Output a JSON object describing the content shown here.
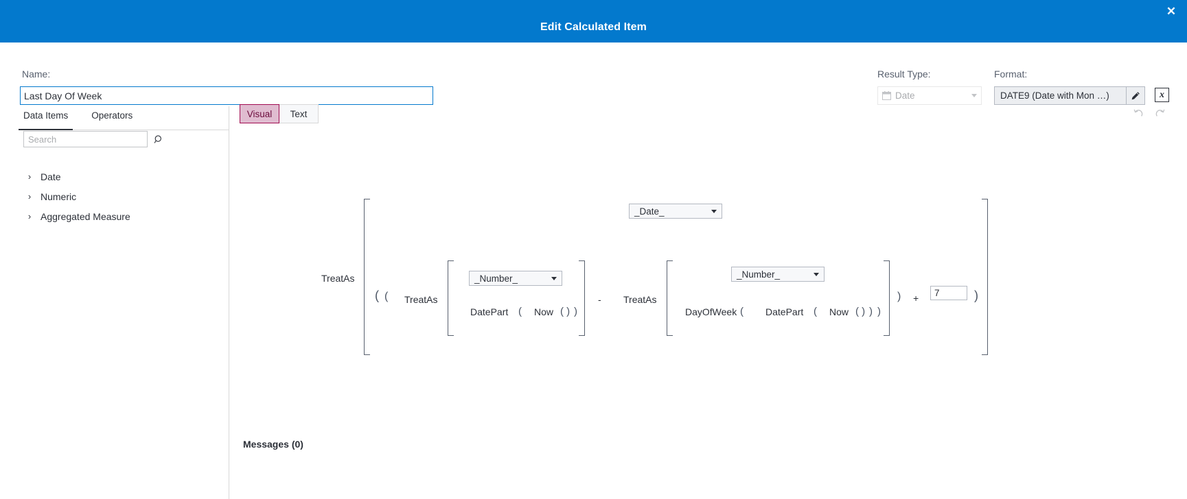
{
  "window": {
    "title": "Edit Calculated Item",
    "close_label": "✕",
    "accent_color": "#0379cd"
  },
  "name_field": {
    "label": "Name:",
    "value": "Last Day Of Week",
    "placeholder": ""
  },
  "result_type": {
    "label": "Result Type:",
    "value": "Date",
    "icon": "calendar-icon"
  },
  "format": {
    "label": "Format:",
    "value": "DATE9 (Date with Mon …)",
    "edit_icon": "pencil-icon",
    "fx_label": "x"
  },
  "left_panel": {
    "tabs": [
      {
        "label": "Data Items",
        "active": true
      },
      {
        "label": "Operators",
        "active": false
      }
    ],
    "search": {
      "placeholder": "Search",
      "value": "",
      "icon": "search-icon"
    },
    "tree": [
      {
        "label": "Date",
        "expanded": false
      },
      {
        "label": "Numeric",
        "expanded": false
      },
      {
        "label": "Aggregated Measure",
        "expanded": false
      }
    ],
    "chevron_collapsed": "›"
  },
  "editor": {
    "modes": [
      {
        "label": "Visual",
        "active": true
      },
      {
        "label": "Text",
        "active": false
      }
    ],
    "active_mode_bg": "#e0bcd0",
    "active_mode_border": "#a00a50",
    "undo": {
      "name": "undo-icon",
      "enabled": false
    },
    "redo": {
      "name": "redo-icon",
      "enabled": false
    }
  },
  "formula": {
    "outer_function": "TreatAs",
    "outer_type_dropdown": "_Date_",
    "open_paren_1": "(",
    "open_paren_2": "(",
    "left_operand": {
      "function": "TreatAs",
      "type_dropdown": "_Number_",
      "expression": {
        "fn": "DatePart",
        "open": "(",
        "arg_fn": "Now",
        "arg_open_close": "( )",
        "close": ")"
      }
    },
    "operator_minus": "-",
    "right_operand": {
      "function": "TreatAs",
      "type_dropdown": "_Number_",
      "expression": {
        "fn": "DayOfWeek",
        "open": "(",
        "inner_fn": "DatePart",
        "inner_open": "(",
        "arg_fn": "Now",
        "arg_open_close": "( )",
        "inner_close": ")",
        "close": ")"
      }
    },
    "close_paren_inner": ")",
    "operator_plus": "+",
    "addend_value": "7",
    "close_paren_outer": ")"
  },
  "messages": {
    "label": "Messages (0)",
    "count": 0
  }
}
